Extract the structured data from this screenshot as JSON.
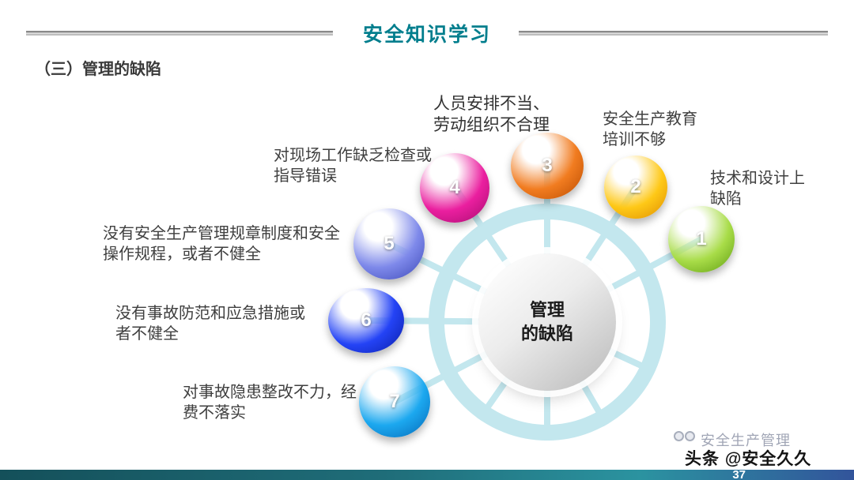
{
  "header": {
    "title": "安全知识学习"
  },
  "section_heading": "（三）管理的缺陷",
  "diagram": {
    "center": {
      "line1": "管理",
      "line2": "的缺陷"
    },
    "items": [
      {
        "num": "1",
        "line1": "技术和设计上",
        "line2": "缺陷",
        "color": "#a8dc48",
        "color_dark": "#5d9b10"
      },
      {
        "num": "2",
        "line1": "安全生产教育",
        "line2": "培训不够",
        "color": "#fec817",
        "color_dark": "#dd8b00"
      },
      {
        "num": "3",
        "line1": "人员安排不当、",
        "line2": "劳动组织不合理",
        "color": "#f17c20",
        "color_dark": "#b84a00"
      },
      {
        "num": "4",
        "line1": "对现场工作缺乏检查或",
        "line2": "指导错误",
        "color": "#ea1f9f",
        "color_dark": "#a50c6e"
      },
      {
        "num": "5",
        "line1": "没有安全生产管理规章制度和安全",
        "line2": "操作规程，或者不健全",
        "color": "#7e89ea",
        "color_dark": "#3b47b6"
      },
      {
        "num": "6",
        "line1": "没有事故防范和应急措施或",
        "line2": "者不健全",
        "color": "#2443f5",
        "color_dark": "#0a1da5"
      },
      {
        "num": "7",
        "line1": "对事故隐患整改不力，经",
        "line2": "费不落实",
        "color": "#1ca8ef",
        "color_dark": "#0566b5"
      }
    ]
  },
  "footer": {
    "page_number": "37",
    "watermark_brand": "安全生产管理",
    "watermark_byline": "头条 @安全久久"
  },
  "colors": {
    "title": "#007e8d",
    "ring": "#c3e7ee"
  }
}
